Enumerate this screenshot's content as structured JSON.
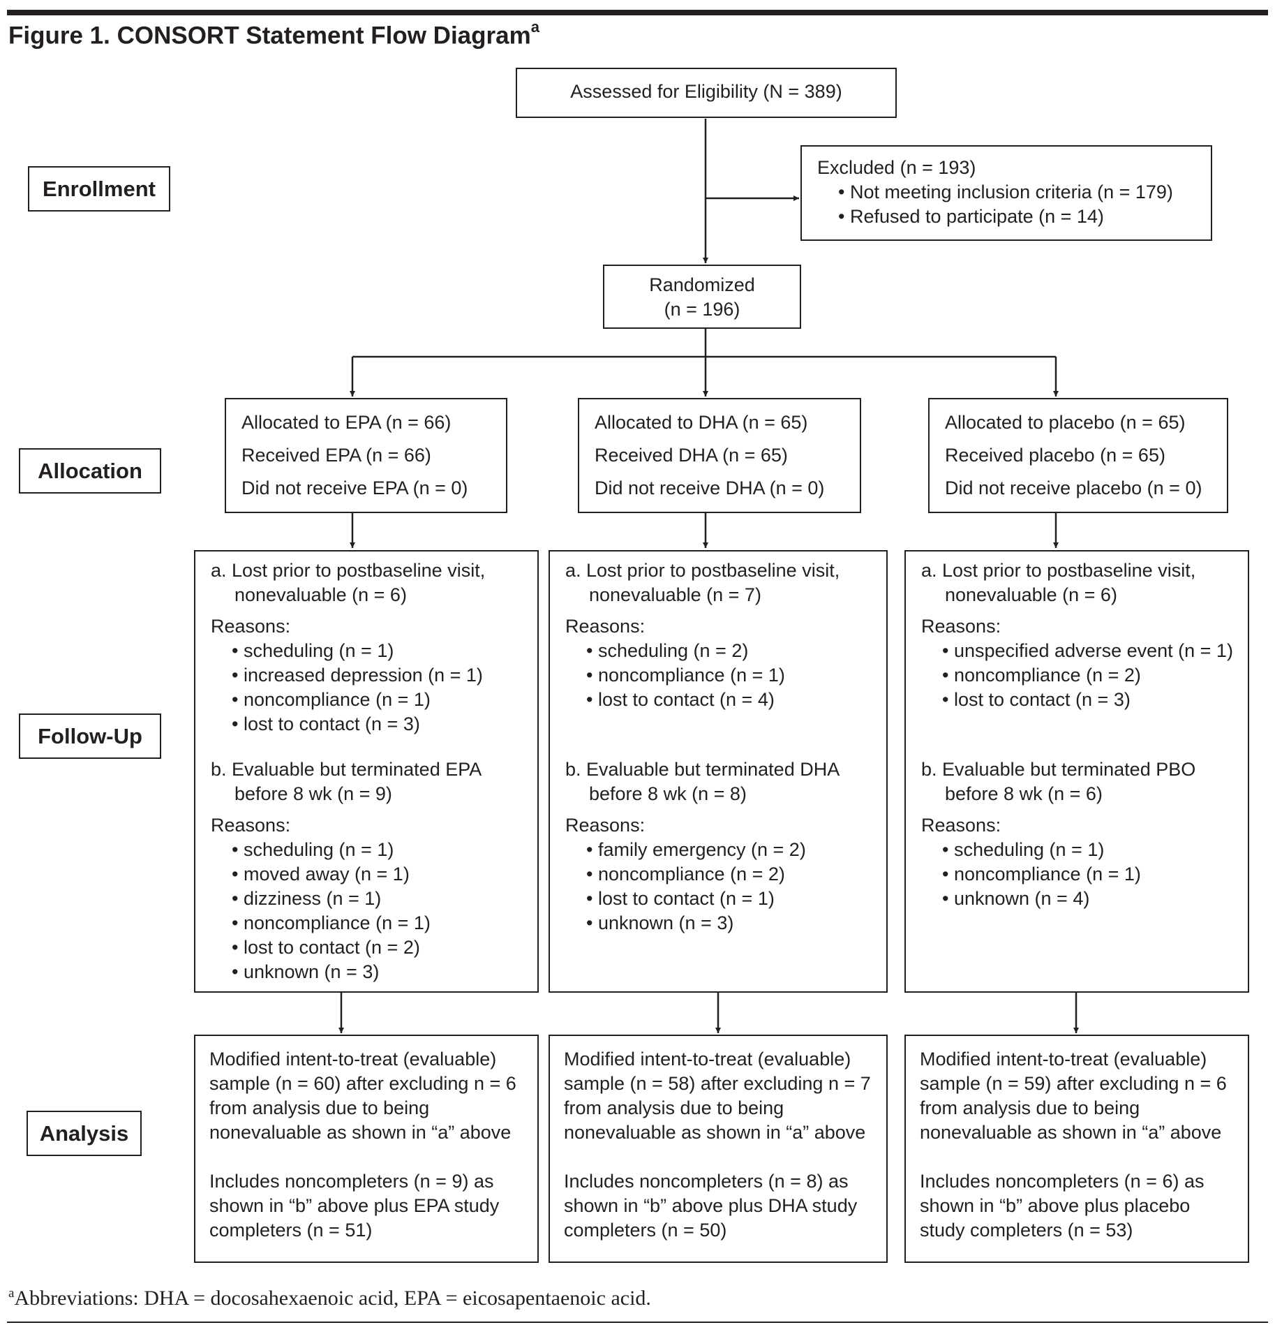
{
  "figure": {
    "title": "Figure 1. CONSORT Statement Flow Diagram",
    "title_sup": "a"
  },
  "stages": {
    "enrollment": "Enrollment",
    "allocation": "Allocation",
    "follow_up": "Follow-Up",
    "analysis": "Analysis"
  },
  "assessed": "Assessed for Eligibility (N = 389)",
  "excluded": {
    "title": "Excluded (n = 193)",
    "items": [
      "• Not meeting inclusion criteria (n = 179)",
      "• Refused to participate (n = 14)"
    ]
  },
  "randomized": {
    "line1": "Randomized",
    "line2": "(n = 196)"
  },
  "arms": [
    {
      "allocation": [
        "Allocated to EPA (n = 66)",
        "Received EPA (n = 66)",
        "Did not receive EPA (n = 0)"
      ],
      "followup": {
        "a_line1": "a.  Lost prior to postbaseline visit,",
        "a_line2": "nonevaluable (n = 6)",
        "a_reasons_label": "Reasons:",
        "a_reasons": [
          "• scheduling (n = 1)",
          "• increased depression (n = 1)",
          "• noncompliance (n = 1)",
          "• lost to contact (n = 3)"
        ],
        "b_line1": "b.  Evaluable but terminated EPA",
        "b_line2": "before 8 wk (n = 9)",
        "b_reasons_label": "Reasons:",
        "b_reasons": [
          "• scheduling (n = 1)",
          "• moved away (n = 1)",
          "• dizziness (n = 1)",
          "• noncompliance (n = 1)",
          "• lost to contact (n = 2)",
          "• unknown (n = 3)"
        ]
      },
      "analysis": {
        "p1": [
          "Modified intent-to-treat (evaluable)",
          "sample (n = 60) after excluding n = 6",
          "from analysis due to being",
          "nonevaluable as shown in “a” above"
        ],
        "p2": [
          "Includes noncompleters (n = 9) as",
          "shown in “b” above plus EPA study",
          "completers (n = 51)"
        ]
      }
    },
    {
      "allocation": [
        "Allocated to DHA (n = 65)",
        "Received DHA (n = 65)",
        "Did not receive DHA (n = 0)"
      ],
      "followup": {
        "a_line1": "a.  Lost prior to postbaseline visit,",
        "a_line2": "nonevaluable (n = 7)",
        "a_reasons_label": "Reasons:",
        "a_reasons": [
          "• scheduling (n = 2)",
          "• noncompliance (n = 1)",
          "• lost to contact (n = 4)"
        ],
        "b_line1": "b.  Evaluable but terminated DHA",
        "b_line2": "before 8 wk (n = 8)",
        "b_reasons_label": "Reasons:",
        "b_reasons": [
          "• family emergency (n = 2)",
          "• noncompliance (n = 2)",
          "• lost to contact (n = 1)",
          "• unknown (n = 3)"
        ]
      },
      "analysis": {
        "p1": [
          "Modified intent-to-treat (evaluable)",
          "sample (n = 58) after excluding n = 7",
          "from analysis due to being",
          "nonevaluable as shown in “a” above"
        ],
        "p2": [
          "Includes noncompleters (n = 8) as",
          "shown in “b” above plus DHA study",
          "completers (n = 50)"
        ]
      }
    },
    {
      "allocation": [
        "Allocated to placebo (n = 65)",
        "Received placebo (n = 65)",
        "Did not receive placebo (n = 0)"
      ],
      "followup": {
        "a_line1": "a.  Lost prior to postbaseline visit,",
        "a_line2": "nonevaluable (n = 6)",
        "a_reasons_label": "Reasons:",
        "a_reasons": [
          "• unspecified adverse event (n = 1)",
          "• noncompliance (n = 2)",
          "• lost to contact (n = 3)"
        ],
        "b_line1": "b.  Evaluable but terminated PBO",
        "b_line2": "before 8 wk (n = 6)",
        "b_reasons_label": "Reasons:",
        "b_reasons": [
          "• scheduling (n = 1)",
          "• noncompliance (n = 1)",
          "• unknown (n = 4)"
        ]
      },
      "analysis": {
        "p1": [
          "Modified intent-to-treat (evaluable)",
          "sample (n = 59) after excluding n = 6",
          "from analysis due to being",
          "nonevaluable as shown in “a” above"
        ],
        "p2": [
          "Includes noncompleters (n = 6) as",
          "shown in “b” above plus placebo",
          "study completers (n = 53)"
        ]
      }
    }
  ],
  "footnote": {
    "sup": "a",
    "text": "Abbreviations: DHA = docosahexaenoic acid, EPA = eicosapentaenoic acid."
  }
}
